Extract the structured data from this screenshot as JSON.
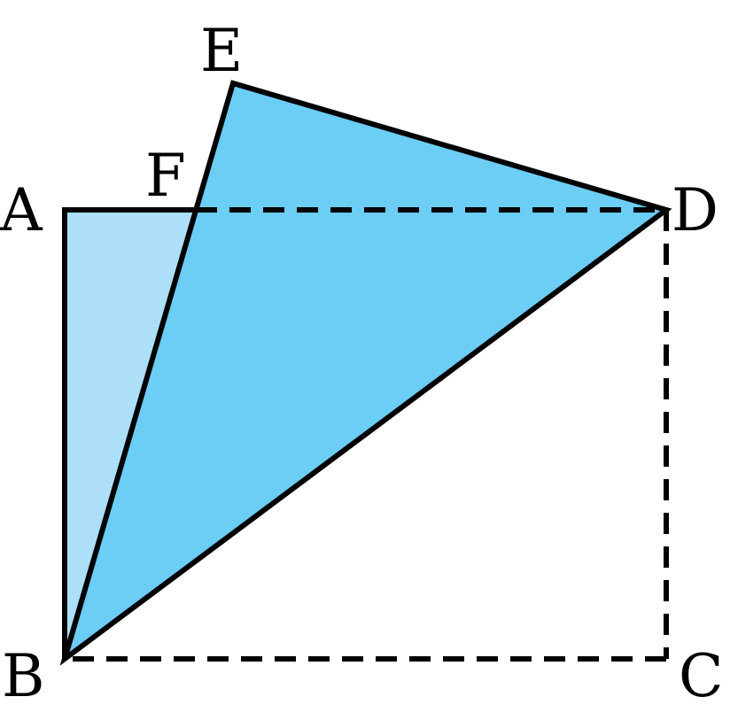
{
  "figure": {
    "points": {
      "A": "A",
      "B": "B",
      "C": "C",
      "D": "D",
      "E": "E",
      "F": "F"
    },
    "colors": {
      "light_fill": "#ade0f8",
      "dark_fill": "#6ccdf5",
      "stroke": "#000000",
      "background": "#ffffff"
    }
  }
}
